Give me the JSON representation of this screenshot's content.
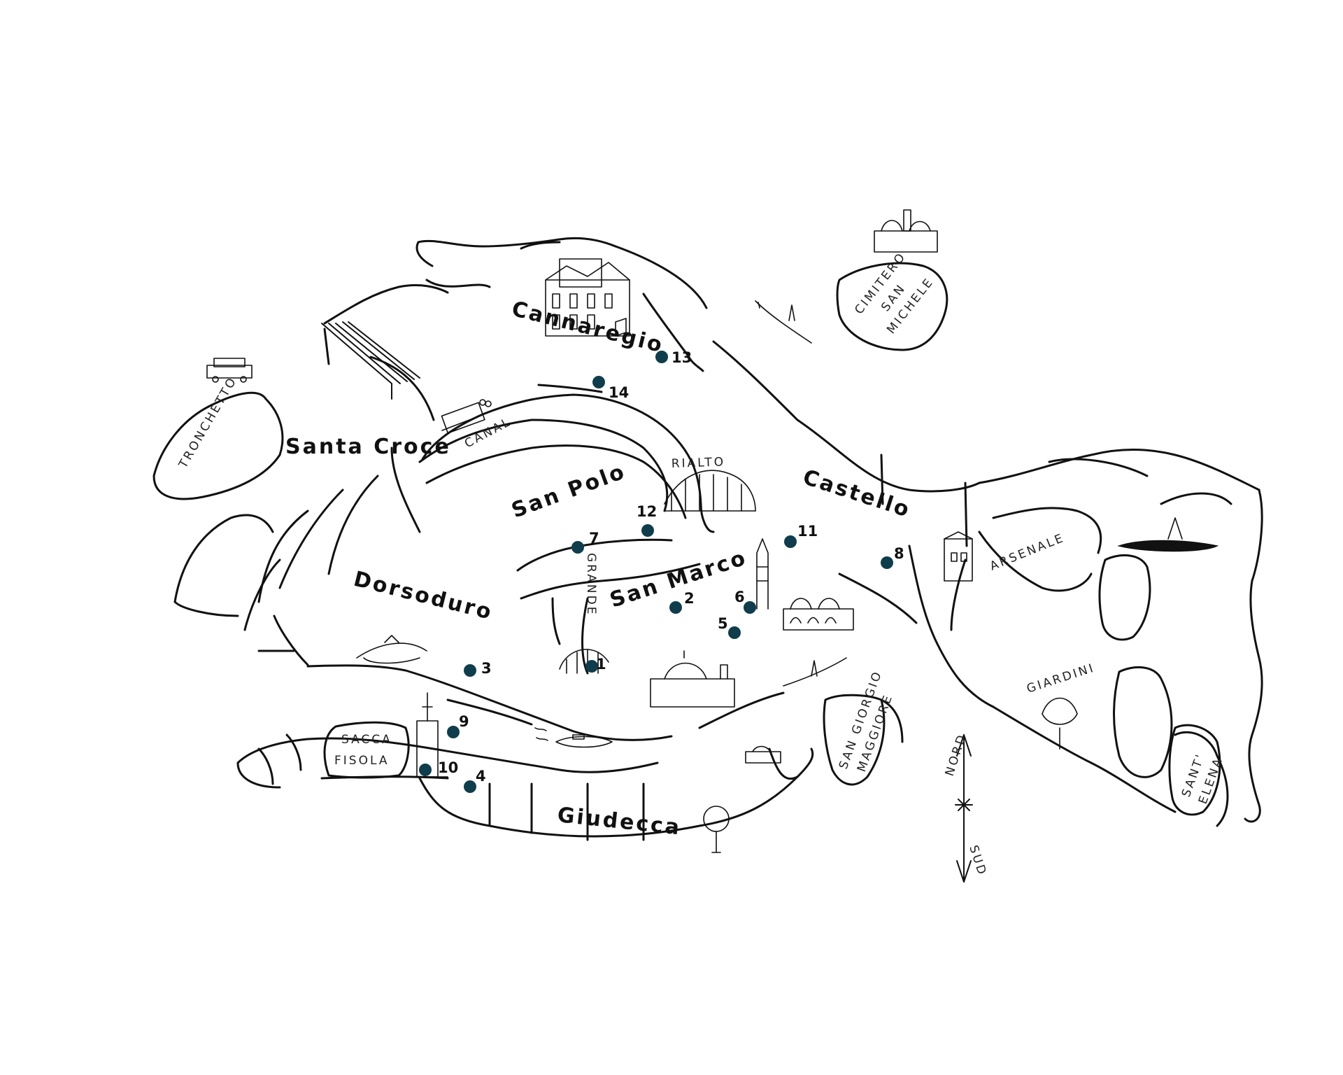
{
  "colors": {
    "marker": "#0f3d4c",
    "ink": "#111111",
    "background": "#ffffff"
  },
  "districts": {
    "cannaregio": "Cannaregio",
    "santa_croce": "Santa Croce",
    "san_polo": "San Polo",
    "castello": "Castello",
    "dorsoduro": "Dorsoduro",
    "san_marco": "San Marco",
    "giudecca": "Giudecca"
  },
  "labels": {
    "tronchetto": "TRONCHETTO",
    "canal": "CANAL",
    "grande": "GRANDE",
    "rialto": "RIALTO",
    "arsenale": "ARSENALE",
    "giardini": "GIARDINI",
    "cimitero": "CIMITERO",
    "san": "SAN",
    "michele": "MICHELE",
    "sacca": "SACCA",
    "fisola": "FISOLA",
    "san_giorgio": "SAN GIORGIO",
    "maggiore": "MAGGIORE",
    "santelena_1": "SANT'",
    "santelena_2": "ELENA",
    "nord": "NORD",
    "sud": "SUD"
  },
  "icons": [
    "gondola-icon",
    "ferry-icon",
    "bridge-icon",
    "church-icon",
    "tree-icon",
    "compass-icon",
    "campanile-icon",
    "boat-icon"
  ],
  "markers": [
    {
      "label": "1",
      "icon": "map-pin-icon"
    },
    {
      "label": "2",
      "icon": "map-pin-icon"
    },
    {
      "label": "3",
      "icon": "map-pin-icon"
    },
    {
      "label": "4",
      "icon": "map-pin-icon"
    },
    {
      "label": "5",
      "icon": "map-pin-icon"
    },
    {
      "label": "6",
      "icon": "map-pin-icon"
    },
    {
      "label": "7",
      "icon": "map-pin-icon"
    },
    {
      "label": "8",
      "icon": "map-pin-icon"
    },
    {
      "label": "9",
      "icon": "map-pin-icon"
    },
    {
      "label": "10",
      "icon": "map-pin-icon"
    },
    {
      "label": "11",
      "icon": "map-pin-icon"
    },
    {
      "label": "12",
      "icon": "map-pin-icon"
    },
    {
      "label": "13",
      "icon": "map-pin-icon"
    },
    {
      "label": "14",
      "icon": "map-pin-icon"
    }
  ]
}
